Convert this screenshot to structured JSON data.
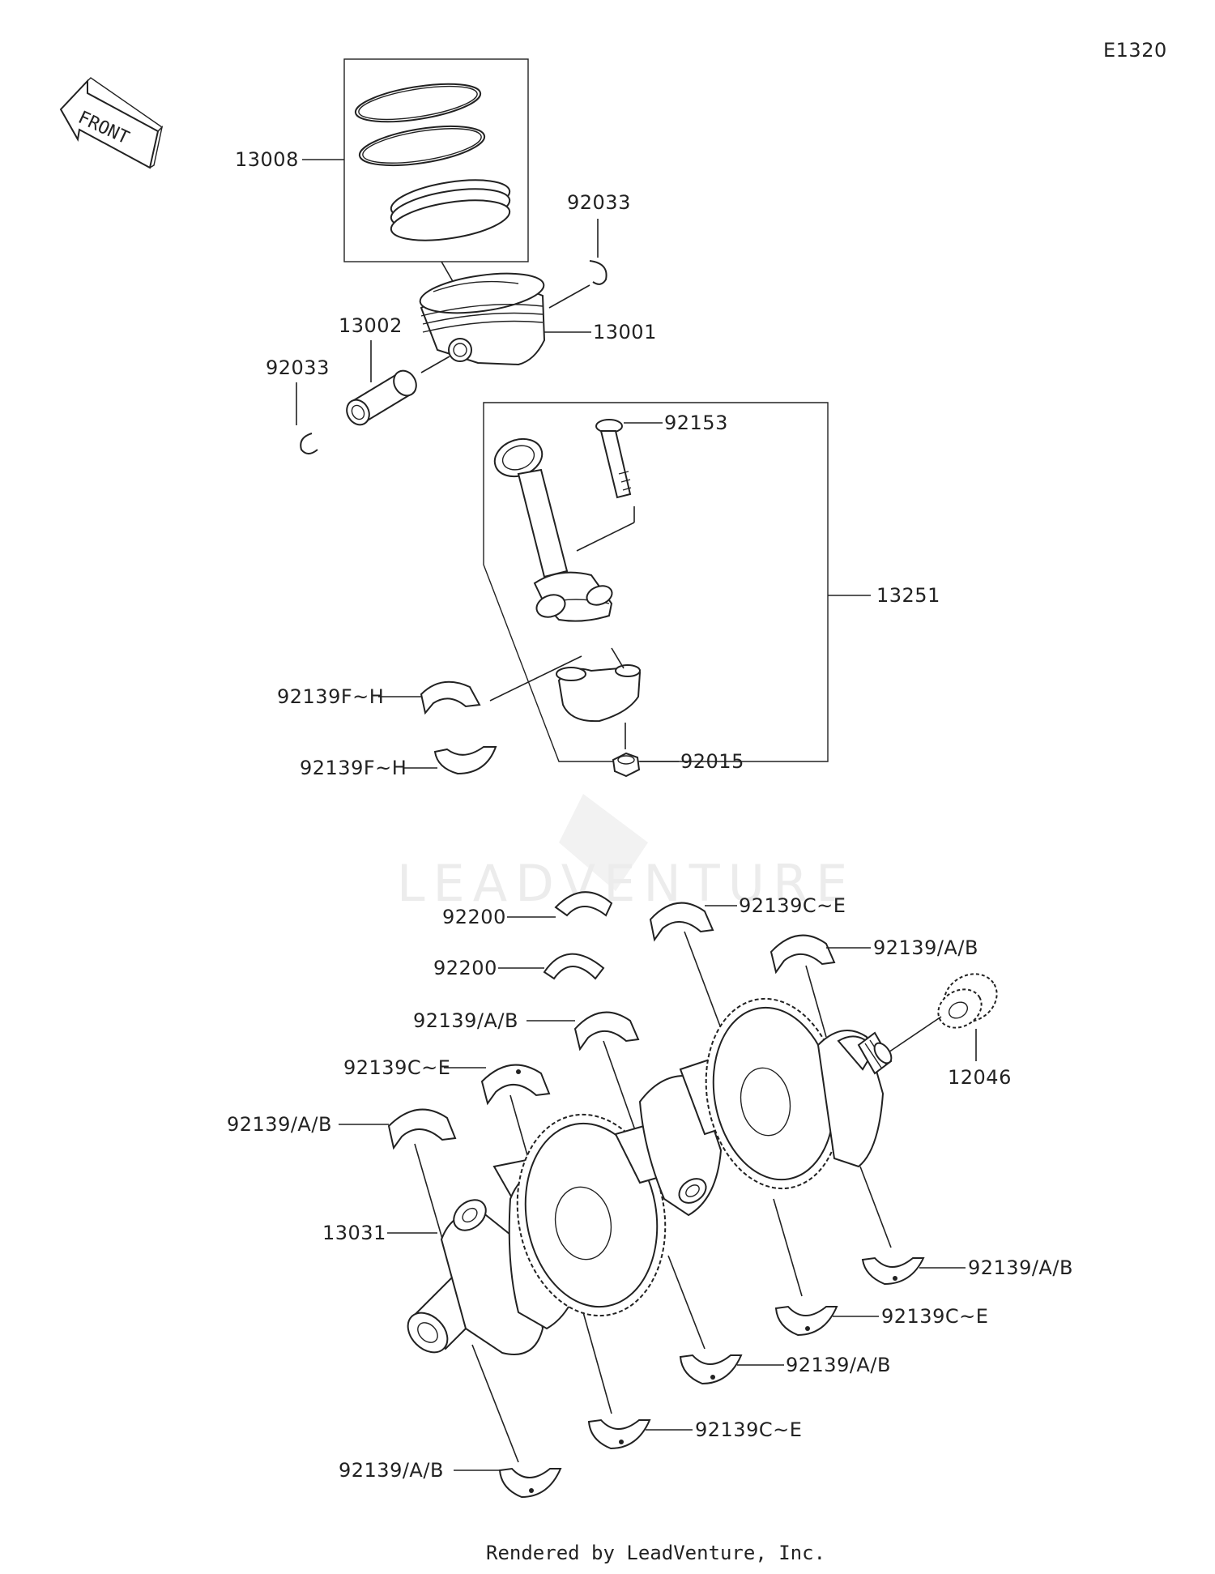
{
  "diagram": {
    "code": "E1320",
    "front_label": "FRONT",
    "watermark": "LEADVENTURE",
    "footer": "Rendered by LeadVenture, Inc.",
    "callouts": {
      "c13008": "13008",
      "c92033_top": "92033",
      "c13002": "13002",
      "c13001": "13001",
      "c92033_left": "92033",
      "c92153": "92153",
      "c13251": "13251",
      "c92139fh_1": "92139F~H",
      "c92139fh_2": "92139F~H",
      "c92015": "92015",
      "c92200_1": "92200",
      "c92200_2": "92200",
      "c92139ce_top": "92139C~E",
      "c92139ab_top": "92139/A/B",
      "c12046": "12046",
      "c92139ab_mid": "92139/A/B",
      "c92139ce_left": "92139C~E",
      "c92139ab_left": "92139/A/B",
      "c13031": "13031",
      "c92139ab_r1": "92139/A/B",
      "c92139ce_r1": "92139C~E",
      "c92139ab_r2": "92139/A/B",
      "c92139ce_r2": "92139C~E",
      "c92139ab_bottom": "92139/A/B"
    }
  }
}
